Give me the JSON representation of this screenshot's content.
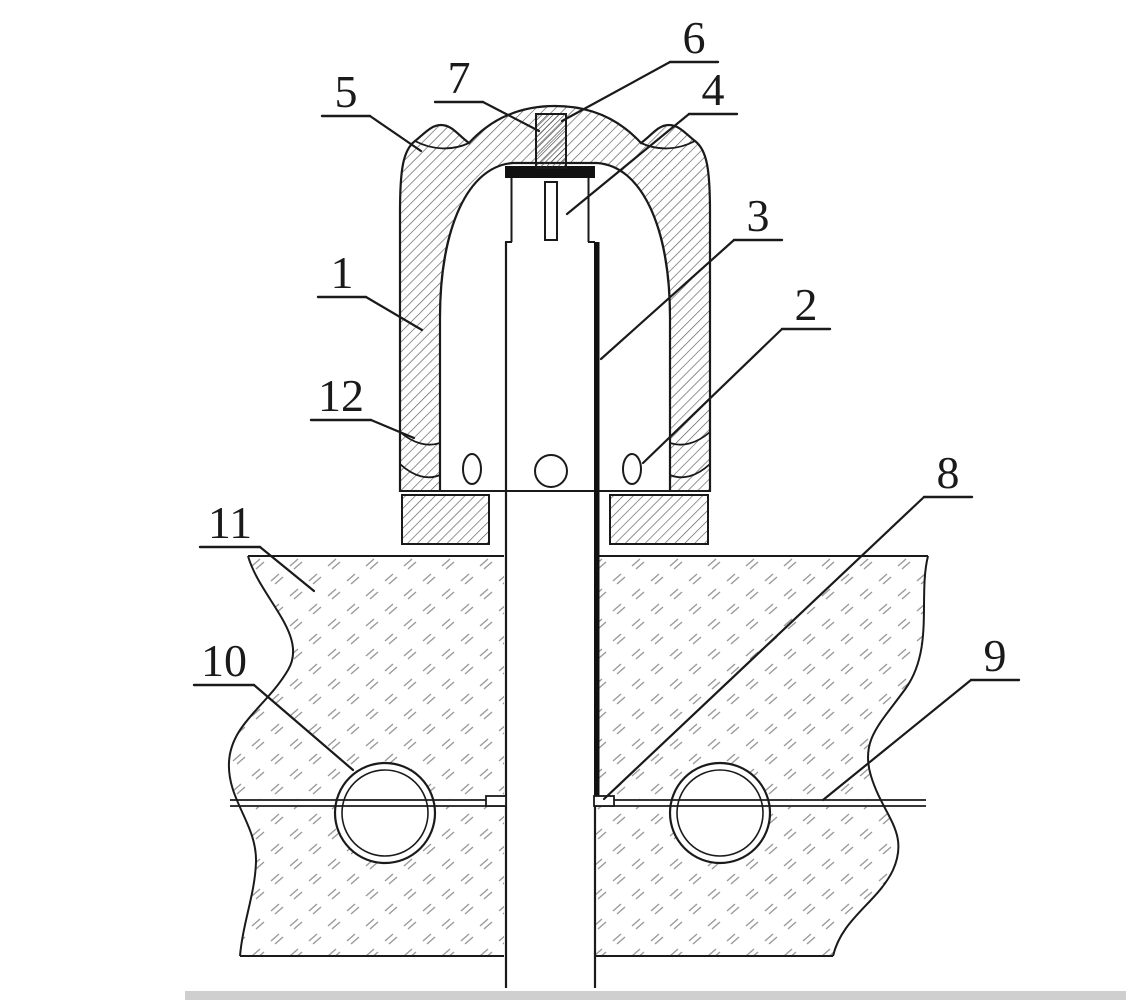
{
  "canvas": {
    "background": "#ffffff",
    "line_color": "#1a1a1a",
    "section_hatch_color": "#5a5a5a",
    "block_hatch_color": "#9a9a9a"
  },
  "labels": [
    {
      "id": "callout-1",
      "text": "1"
    },
    {
      "id": "callout-2",
      "text": "2"
    },
    {
      "id": "callout-3",
      "text": "3"
    },
    {
      "id": "callout-4",
      "text": "4"
    },
    {
      "id": "callout-5",
      "text": "5"
    },
    {
      "id": "callout-6",
      "text": "6"
    },
    {
      "id": "callout-7",
      "text": "7"
    },
    {
      "id": "callout-8",
      "text": "8"
    },
    {
      "id": "callout-9",
      "text": "9"
    },
    {
      "id": "callout-10",
      "text": "10"
    },
    {
      "id": "callout-11",
      "text": "11"
    },
    {
      "id": "callout-12",
      "text": "12"
    }
  ]
}
